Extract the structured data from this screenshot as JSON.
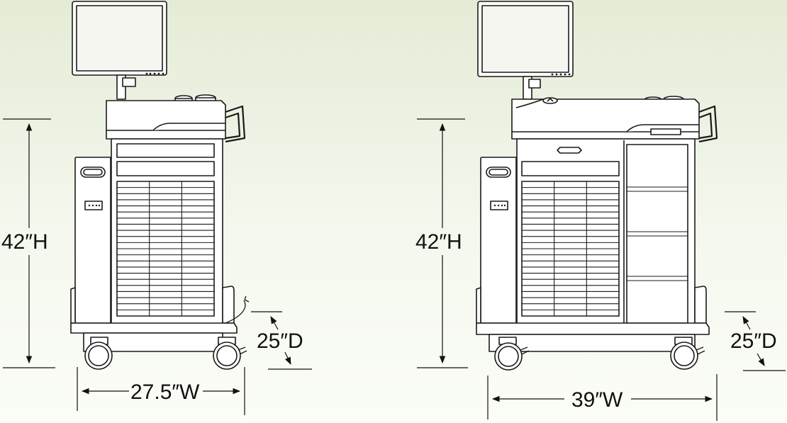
{
  "colors": {
    "line": "#1a1a1a",
    "cart_fill": "#ffffff",
    "screen_fill": "#f4f6ef",
    "background_top": "#e4ecd6",
    "background_bottom": "#fbfdf7"
  },
  "carts": [
    {
      "id": "narrow-cart",
      "height_label": "42″H",
      "depth_label": "25″D",
      "width_label": "27.5″W",
      "drawer_columns": 3,
      "drawer_rows": 22,
      "side_drawers": 0
    },
    {
      "id": "wide-cart",
      "height_label": "42″H",
      "depth_label": "25″D",
      "width_label": "39″W",
      "drawer_columns": 3,
      "drawer_rows": 22,
      "side_drawers": 4
    }
  ]
}
